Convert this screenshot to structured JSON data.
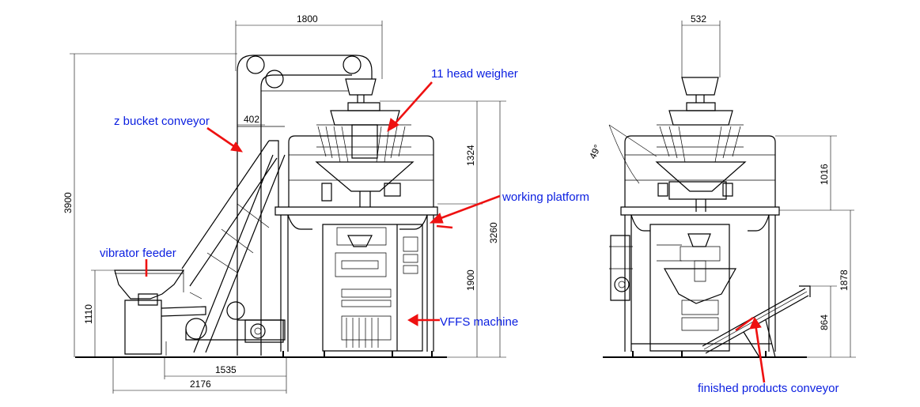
{
  "colors": {
    "line": "#000000",
    "label": "#0a1ee0",
    "arrow": "#ee1111",
    "background": "#ffffff"
  },
  "labels": {
    "head_weigher": "11 head weigher",
    "bucket_conveyor": "z bucket conveyor",
    "working_platform": "working platform",
    "vibrator_feeder": "vibrator feeder",
    "vffs_machine": "VFFS machine",
    "finished_conveyor": "finished products conveyor"
  },
  "dimensions": {
    "total_width_top": "1800",
    "bucket_offset": "402",
    "total_height": "3900",
    "feeder_height": "1110",
    "weigher_height": "1324",
    "platform_total": "3260",
    "vffs_height": "1900",
    "base_length": "1535",
    "base_total": "2176",
    "side_width": "532",
    "tilt_angle": "49°",
    "side_weigher_height": "1016",
    "side_platform_height": "1878",
    "conveyor_height": "864"
  }
}
